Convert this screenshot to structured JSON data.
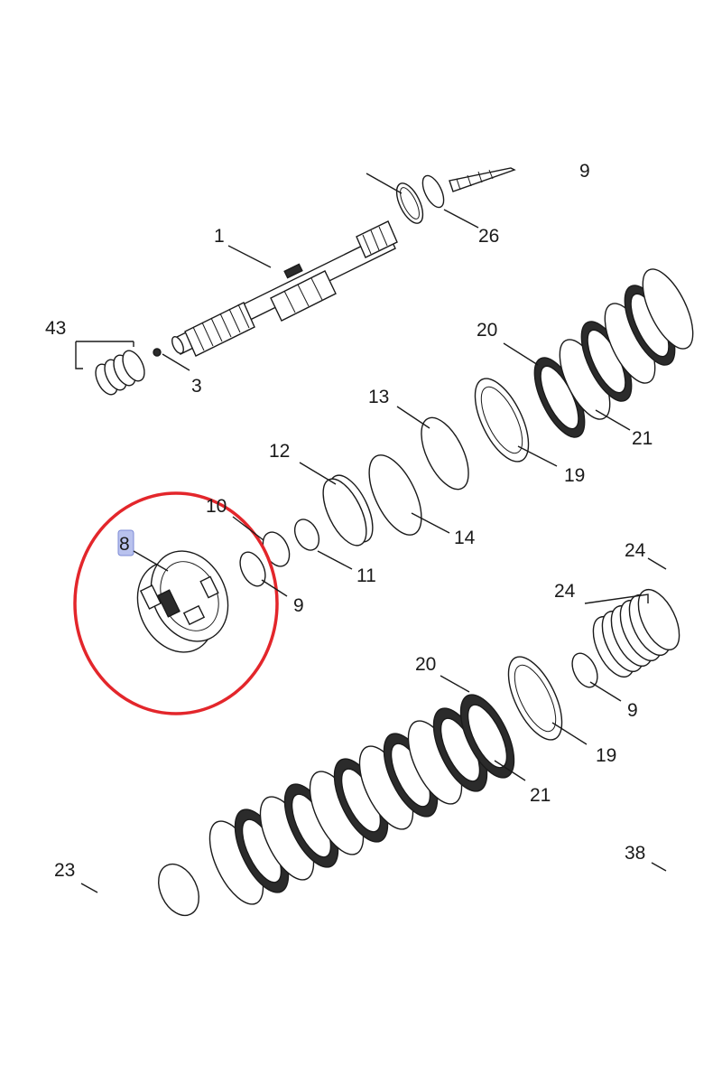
{
  "diagram": {
    "callouts": {
      "c1": "1",
      "c3": "3",
      "c8": "8",
      "c9a": "9",
      "c9b": "9",
      "c9c": "9",
      "c10": "10",
      "c11": "11",
      "c12": "12",
      "c13": "13",
      "c14": "14",
      "c19a": "19",
      "c19b": "19",
      "c20a": "20",
      "c20b": "20",
      "c21a": "21",
      "c21b": "21",
      "c23": "23",
      "c24a": "24",
      "c24b": "24",
      "c26": "26",
      "c38": "38",
      "c43": "43"
    },
    "highlight": {
      "target_callout": "8",
      "ring_color": "#e3262b",
      "chip_color": "#b9c2ee"
    }
  }
}
